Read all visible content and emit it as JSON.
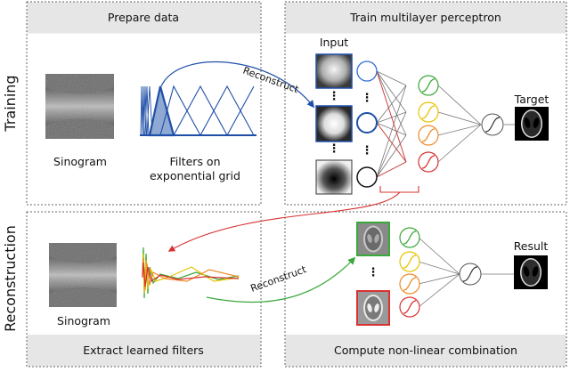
{
  "side_labels": {
    "training": "Training",
    "reconstruction": "Reconstruction"
  },
  "panels": {
    "prepare": {
      "title": "Prepare data"
    },
    "train": {
      "title": "Train multilayer perceptron"
    },
    "extract": {
      "title": "Extract learned filters"
    },
    "compute": {
      "title": "Compute non-linear combination"
    }
  },
  "prepare": {
    "sinogram_label": "Sinogram",
    "filters_label_line1": "Filters on",
    "filters_label_line2": "exponential grid",
    "arrow_label": "Reconstruct"
  },
  "train": {
    "input_label": "Input",
    "target_label": "Target",
    "ellipsis": "⋮"
  },
  "reconstruction": {
    "sinogram_label": "Sinogram",
    "arrow_label": "Reconstruct",
    "result_label": "Result",
    "ellipsis": "⋮"
  },
  "colors": {
    "blue": "#1f4fa8",
    "green": "#3aa83a",
    "yellow": "#e6c200",
    "orange": "#ee8a2a",
    "red": "#d83232",
    "panel_header": "#e6e6e6"
  },
  "icons": {
    "sigmoid": "sigmoid-icon"
  }
}
